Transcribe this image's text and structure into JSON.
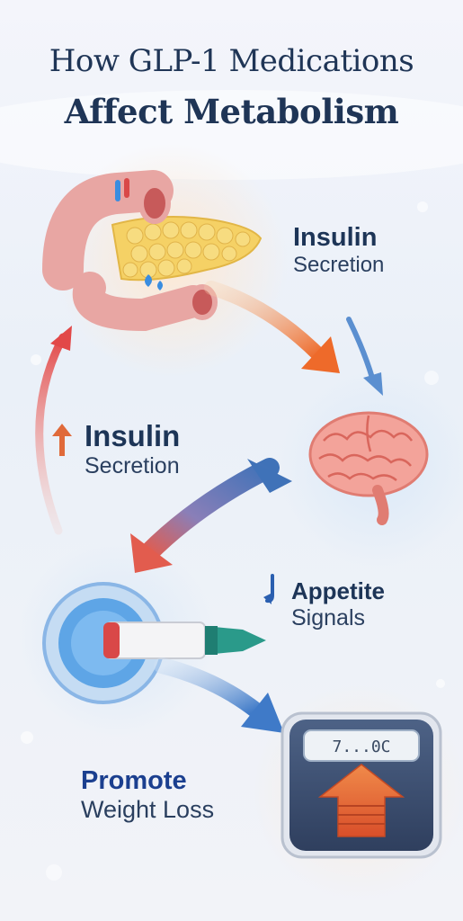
{
  "title": {
    "line1": "How GLP-1 Medications",
    "line2": "Affect Metabolism"
  },
  "labels": {
    "pancreas": {
      "bold": "Insulin",
      "regular": "Secretion"
    },
    "left": {
      "bold": "Insulin",
      "regular": "Secretion",
      "indicator": "up-arrow-icon"
    },
    "brain": {
      "bold": "Appetite",
      "regular": "Signals",
      "indicator": "down-arrow-icon"
    },
    "scale": {
      "bold": "Promote",
      "regular": "Weight Loss"
    }
  },
  "scale_display": "7...0C",
  "colors": {
    "title": "#1f3556",
    "label": "#1d3557",
    "promote": "#1b3f8f",
    "orange_arrow": "#ee7a3a",
    "blue_arrow": "#4a7fc4",
    "red_arrow": "#e05050",
    "pancreas_pink": "#f0a0a0",
    "pancreas_yellow": "#f6d36a",
    "brain": "#f3a39a",
    "scale": "#3b4e6e"
  },
  "icons": [
    "pancreas-icon",
    "brain-icon",
    "injection-pen-icon",
    "bathroom-scale-icon"
  ]
}
